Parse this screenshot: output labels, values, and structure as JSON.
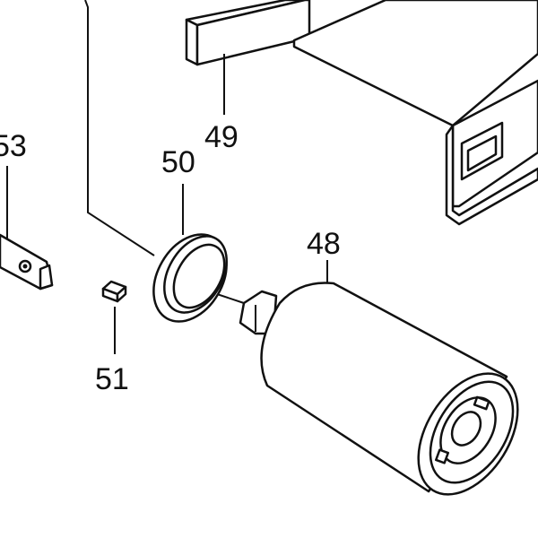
{
  "diagram": {
    "labels": {
      "p53": "53",
      "p50": "50",
      "p49": "49",
      "p48": "48",
      "p51": "51"
    },
    "highlight_color": "#ad0a0c"
  }
}
